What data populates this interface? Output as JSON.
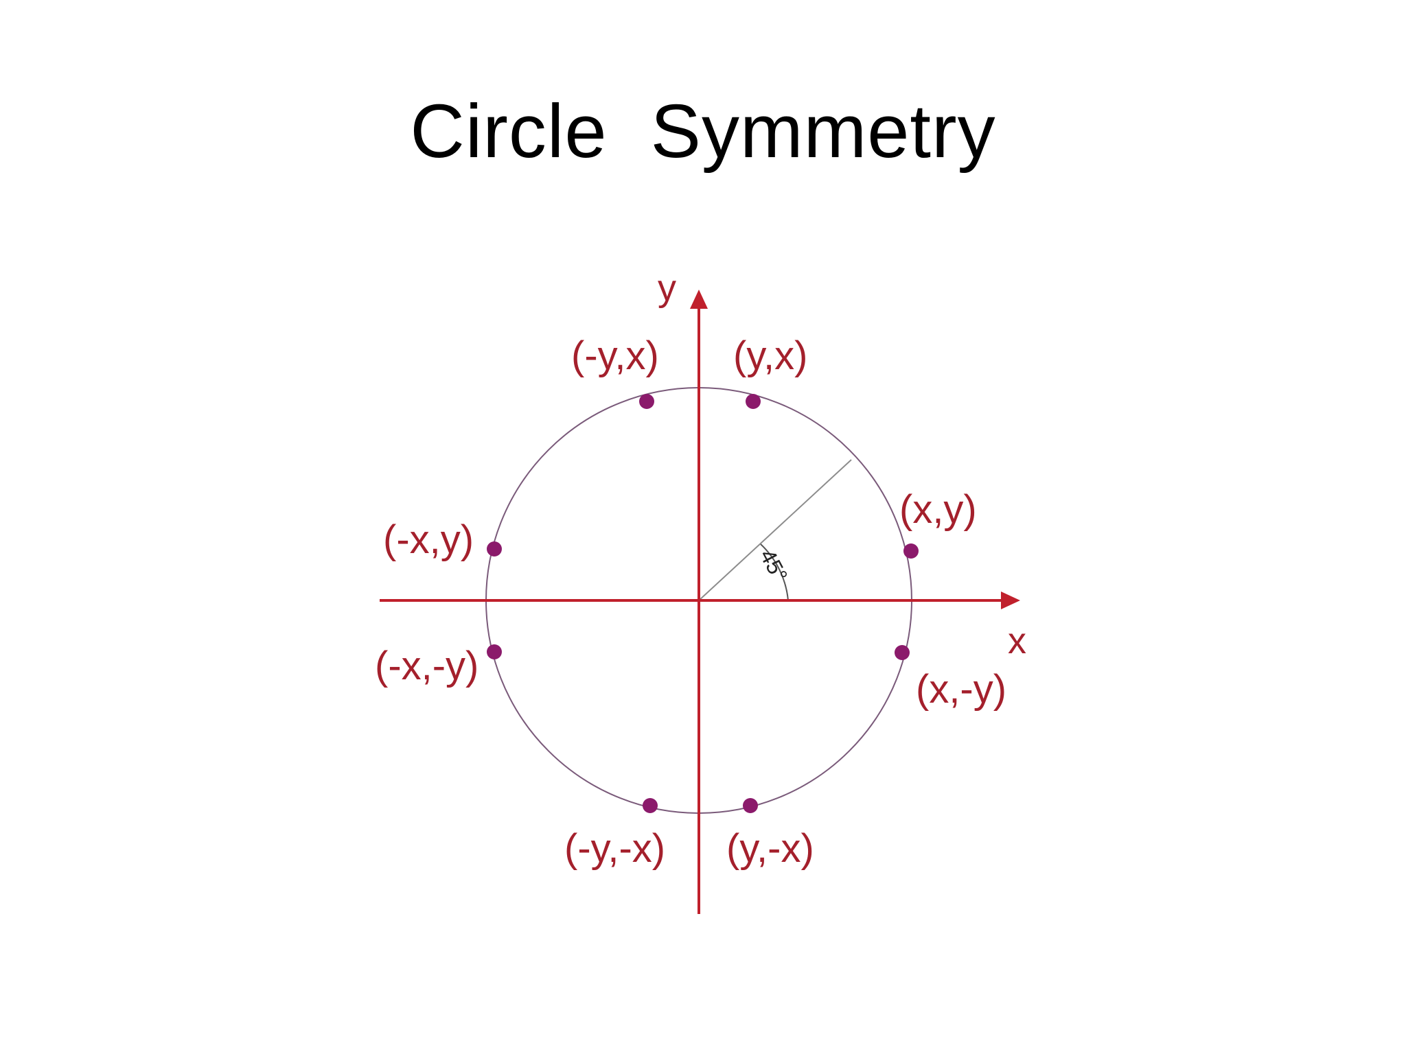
{
  "slide": {
    "title": "Circle  Symmetry"
  },
  "diagram": {
    "axis_x_label": "x",
    "axis_y_label": "y",
    "angle_label": "45°",
    "points": [
      {
        "id": "p-xy",
        "label": "(x,y)"
      },
      {
        "id": "p-yx",
        "label": "(y,x)"
      },
      {
        "id": "p-nyx",
        "label": "(-y,x)"
      },
      {
        "id": "p-nxy",
        "label": "(-x,y)"
      },
      {
        "id": "p-nxny",
        "label": "(-x,-y)"
      },
      {
        "id": "p-nynx",
        "label": "(-y,-x)"
      },
      {
        "id": "p-ynx",
        "label": "(y,-x)"
      },
      {
        "id": "p-xny",
        "label": "(x,-y)"
      }
    ],
    "colors": {
      "axis": "#c0202c",
      "circle": "#7a5a7a",
      "point": "#8b1a6b",
      "label": "#a4202c",
      "radius": "#8c8c8c"
    }
  }
}
